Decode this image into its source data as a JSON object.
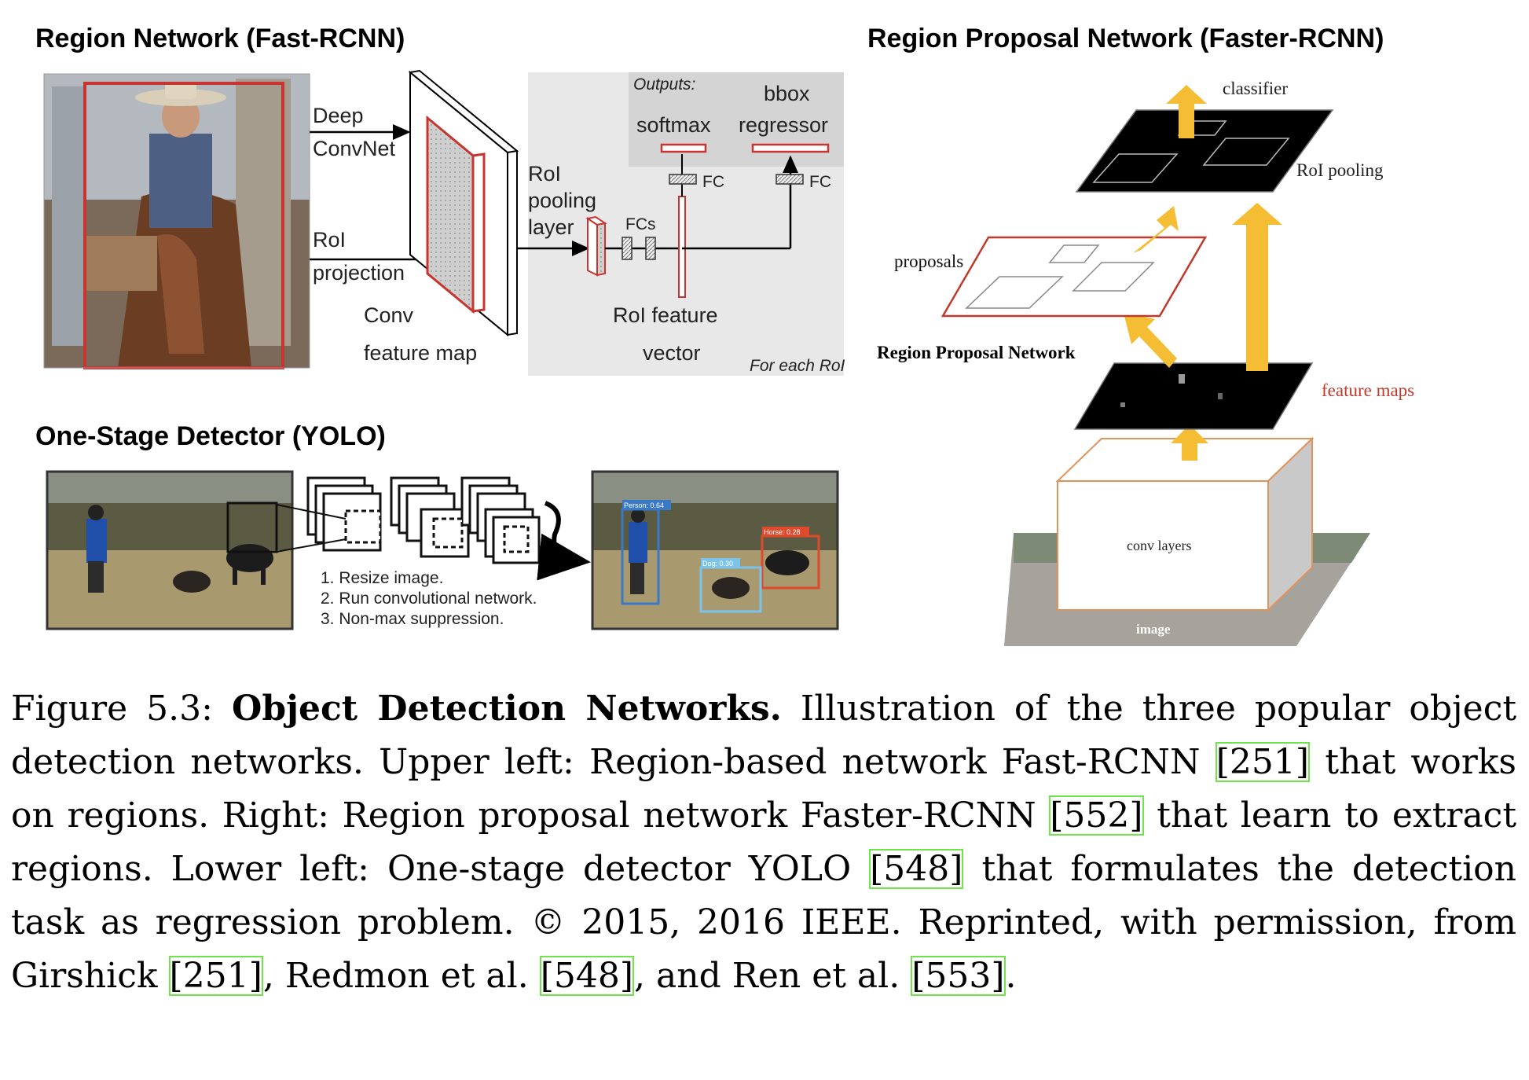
{
  "titles": {
    "fast_rcnn": "Region Network (Fast-RCNN)",
    "faster_rcnn": "Region Proposal Network (Faster-RCNN)",
    "yolo": "One-Stage Detector (YOLO)"
  },
  "fast_rcnn": {
    "deep_convnet_1": "Deep",
    "deep_convnet_2": "ConvNet",
    "roi_projection_1": "RoI",
    "roi_projection_2": "projection",
    "conv_feature_map_1": "Conv",
    "conv_feature_map_2": "feature map",
    "roi_pooling_1": "RoI",
    "roi_pooling_2": "pooling",
    "roi_pooling_3": "layer",
    "fcs": "FCs",
    "fc_left": "FC",
    "fc_right": "FC",
    "outputs": "Outputs:",
    "softmax": "softmax",
    "bbox_1": "bbox",
    "bbox_2": "regressor",
    "roi_feature_vector_1": "RoI feature",
    "roi_feature_vector_2": "vector",
    "for_each_roi": "For each RoI"
  },
  "faster_rcnn": {
    "classifier": "classifier",
    "roi_pooling": "RoI pooling",
    "proposals": "proposals",
    "rpn": "Region Proposal Network",
    "feature_maps": "feature maps",
    "conv_layers": "conv layers",
    "image": "image"
  },
  "yolo": {
    "step1": "1. Resize image.",
    "step2": "2. Run convolutional network.",
    "step3": "3. Non-max suppression.",
    "det_person": "Person: 0.64",
    "det_horse": "Horse: 0.28",
    "det_dog": "Dog: 0.30"
  },
  "caption": {
    "prefix": "Figure 5.3: ",
    "title": "Object Detection Networks.",
    "t1": " Illustration of the three popular object detection networks.  Upper left:  Region-based network Fast-RCNN ",
    "c1": "[251]",
    "t2": " that works on regions.  Right:  Region proposal network Faster-RCNN ",
    "c2": "[552]",
    "t3": " that learn to extract regions.  Lower left:  One-stage detector YOLO ",
    "c3": "[548]",
    "t4": " that formulates the detection task as regression problem. © 2015, 2016 IEEE. Reprinted, with permission, from Girshick ",
    "c4": "[251]",
    "t5": ", Redmon et al. ",
    "c5": "[548]",
    "t6": ", and Ren et al. ",
    "c6": "[553]",
    "t7": "."
  }
}
